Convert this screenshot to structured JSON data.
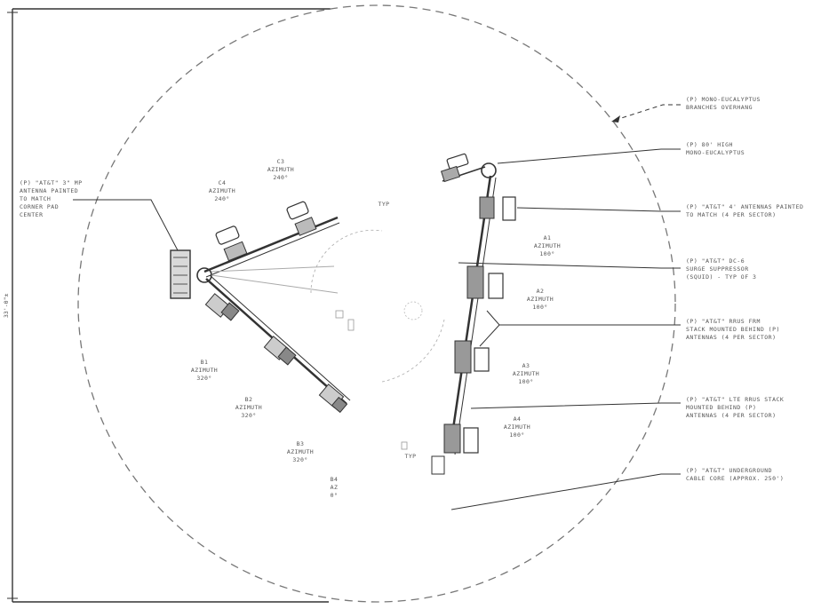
{
  "dimension_label": "33'-0\"±",
  "callouts": {
    "left_panel": [
      "(P) \"AT&T\" 3\" MP",
      "ANTENNA PAINTED",
      "TO MATCH",
      "CORNER PAD",
      "CENTER"
    ],
    "monopine_overhang": [
      "(P) MONO-EUCALYPTUS",
      "BRANCHES OVERHANG"
    ],
    "monopine": [
      "(P) 80' HIGH",
      "MONO-EUCALYPTUS"
    ],
    "antennas": [
      "(P) \"AT&T\" 4' ANTENNAS PAINTED",
      "TO MATCH (4 PER SECTOR)"
    ],
    "surge": [
      "(P) \"AT&T\" DC-6",
      "SURGE SUPPRESSOR",
      "(SQUID) - TYP OF 3"
    ],
    "rrus": [
      "(P) \"AT&T\" RRUS FRM",
      "STACK MOUNTED BEHIND (P)",
      "ANTENNAS (4 PER SECTOR)"
    ],
    "lte": [
      "(P) \"AT&T\" LTE RRUS STACK",
      "MOUNTED BEHIND (P)",
      "ANTENNAS (4 PER SECTOR)"
    ],
    "cable": [
      "(P) \"AT&T\" UNDERGROUND",
      "CABLE CORE (APPROX. 250')"
    ]
  },
  "azimuths": {
    "c3": [
      "C3",
      "AZIMUTH",
      "240°"
    ],
    "c4": [
      "C4",
      "AZIMUTH",
      "240°"
    ],
    "a1": [
      "A1",
      "AZIMUTH",
      "100°"
    ],
    "a2": [
      "A2",
      "AZIMUTH",
      "100°"
    ],
    "a3": [
      "A3",
      "AZIMUTH",
      "100°"
    ],
    "a4": [
      "A4",
      "AZIMUTH",
      "100°"
    ],
    "b1": [
      "B1",
      "AZIMUTH",
      "320°"
    ],
    "b2": [
      "B2",
      "AZIMUTH",
      "320°"
    ],
    "b3": [
      "B3",
      "AZIMUTH",
      "320°"
    ],
    "b4": [
      "B4",
      "AZ",
      "0°"
    ]
  },
  "small_labels": {
    "center": "TYP",
    "lower": "TYP"
  }
}
